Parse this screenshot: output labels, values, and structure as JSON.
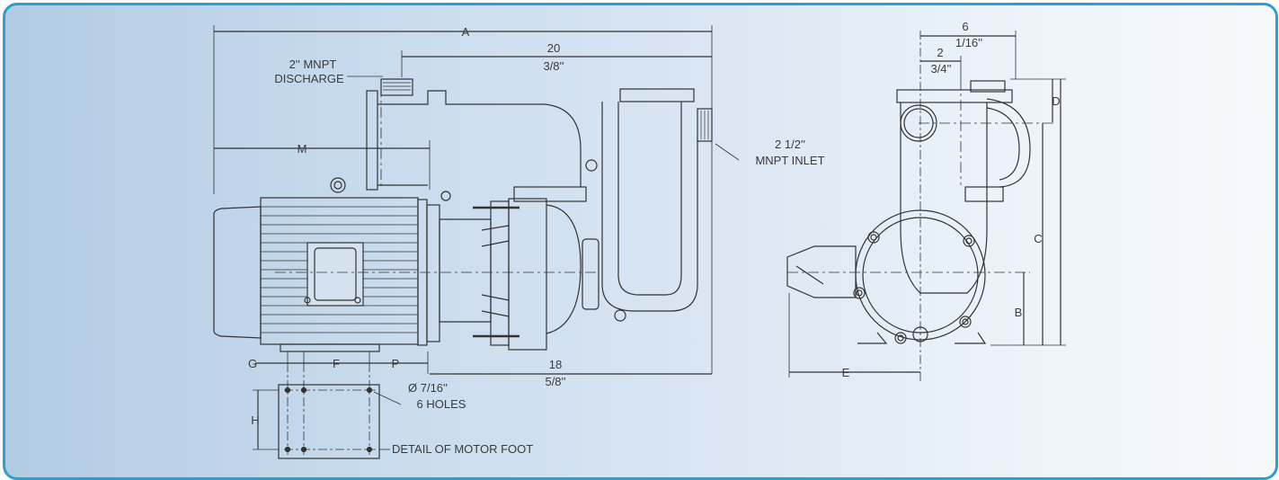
{
  "labels": {
    "dim_a": "A",
    "dim_20_whole": "20",
    "dim_20_frac": "3/8''",
    "discharge_line1": "2'' MNPT",
    "discharge_line2": "DISCHARGE",
    "dim_m": "M",
    "inlet_line1": "2 1/2''",
    "inlet_line2": "MNPT INLET",
    "dim_g": "G",
    "dim_f": "F",
    "dim_p": "P",
    "dim_18_whole": "18",
    "dim_18_frac": "5/8''",
    "hole_dia": "Ø 7/16''",
    "hole_count": "6 HOLES",
    "dim_h": "H",
    "foot_detail": "DETAIL OF MOTOR FOOT",
    "dim_6_whole": "6",
    "dim_6_frac": "1/16''",
    "dim_2_whole": "2",
    "dim_2_frac": "3/4''",
    "dim_d": "D",
    "dim_c": "C",
    "dim_b": "B",
    "dim_e": "E"
  },
  "colors": {
    "frame": "#2aa0d0",
    "line": "#333333",
    "text": "#3a3a3a"
  }
}
